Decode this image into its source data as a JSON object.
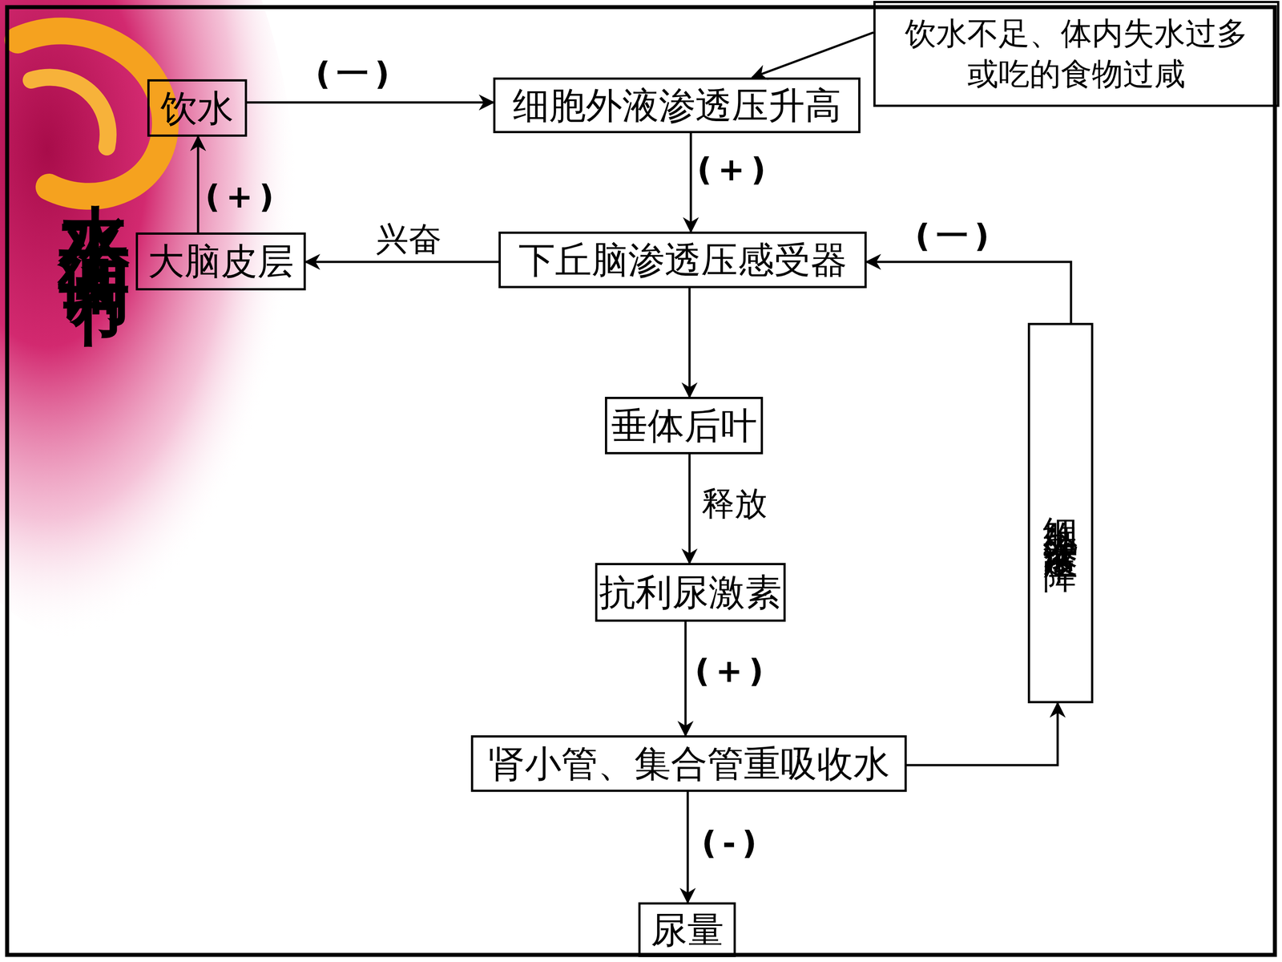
{
  "diagram": {
    "title": "水平衡调节",
    "nodes": [
      {
        "text": [
          "饮水"
        ]
      },
      {
        "text": [
          "细胞外液渗透压升高"
        ]
      },
      {
        "text": [
          "饮水不足、体内失水过多 或吃的食物过咸"
        ]
      },
      {
        "text": [
          "大脑皮层"
        ]
      },
      {
        "text": [
          "下丘脑渗透压感受器"
        ]
      },
      {
        "text": [
          "垂体后叶"
        ]
      },
      {
        "text": [
          "细胞外液渗透压下降"
        ]
      },
      {
        "text": [
          "抗利尿激素"
        ]
      },
      {
        "text": [
          "肾小管、集合管重吸收水"
        ]
      },
      {
        "text": [
          "尿量"
        ]
      }
    ],
    "edges": [
      {
        "from": 0,
        "to": 1,
        "label": "(一)",
        "arrow": "to"
      },
      {
        "from": 2,
        "to": 1,
        "arrow": "to"
      },
      {
        "from": 1,
        "to": 4,
        "label": "(+)",
        "arrow": "to"
      },
      {
        "from": 4,
        "to": 3,
        "label": "兴奋",
        "arrow": "to"
      },
      {
        "from": 3,
        "to": 0,
        "label": "(+)",
        "arrow": "to"
      },
      {
        "from": 4,
        "to": 5,
        "arrow": "to"
      },
      {
        "from": 5,
        "to": 7,
        "label": "释放",
        "arrow": "to"
      },
      {
        "from": 7,
        "to": 8,
        "label": "(+)",
        "arrow": "to"
      },
      {
        "from": 8,
        "to": 9,
        "label": "(-)",
        "arrow": "to"
      },
      {
        "from": 8,
        "to": 6,
        "arrow": "to"
      },
      {
        "from": 6,
        "to": 4,
        "label": "(一)",
        "arrow": "to"
      }
    ]
  }
}
